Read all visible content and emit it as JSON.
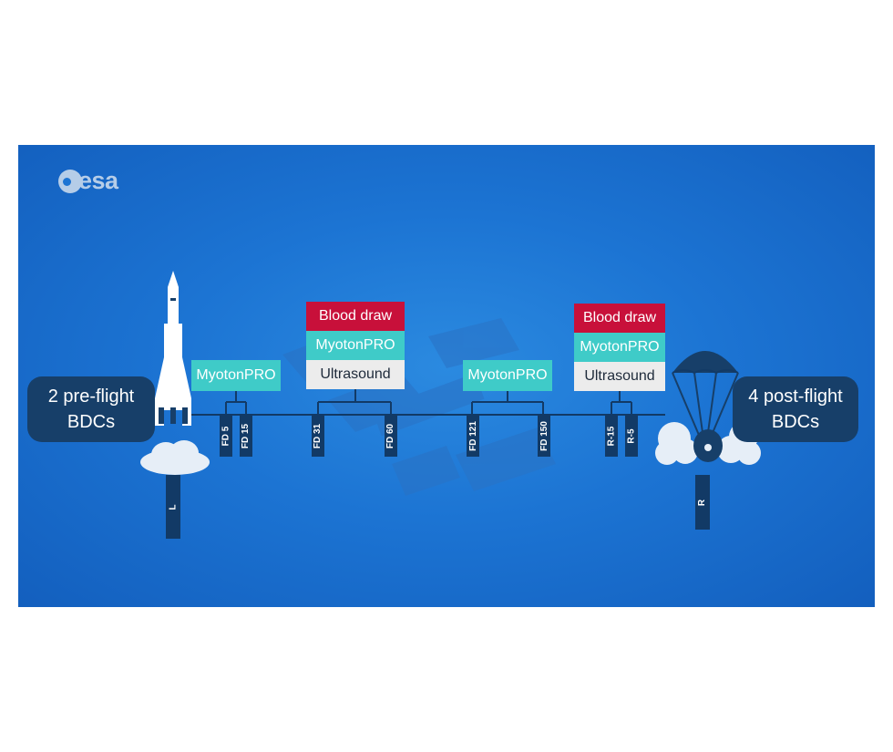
{
  "logo": {
    "text": "esa"
  },
  "left_summary": {
    "line1": "2 pre-flight",
    "line2": "BDCs"
  },
  "right_summary": {
    "line1": "4 post-flight",
    "line2": "BDCs"
  },
  "launch_marker": "L",
  "return_marker": "R",
  "groups": [
    {
      "boxes": [
        "MyotonPRO"
      ],
      "ticks": [
        "FD 5",
        "FD 15"
      ]
    },
    {
      "boxes": [
        "Blood draw",
        "MyotonPRO",
        "Ultrasound"
      ],
      "ticks": [
        "FD 31",
        "FD 60"
      ]
    },
    {
      "boxes": [
        "MyotonPRO"
      ],
      "ticks": [
        "FD 121",
        "FD 150"
      ]
    },
    {
      "boxes": [
        "Blood draw",
        "MyotonPRO",
        "Ultrasound"
      ],
      "ticks": [
        "R-15",
        "R-5"
      ]
    }
  ],
  "colors": {
    "background": "#1c74d3",
    "blood_draw": "#c8103a",
    "myotonpro": "#3fcbc8",
    "ultrasound": "#ececec",
    "marker": "#123a66"
  },
  "icons": [
    "esa-logo-icon",
    "rocket-icon",
    "launch-smoke-icon",
    "parachute-capsule-icon",
    "landing-smoke-icon",
    "space-station-icon"
  ]
}
